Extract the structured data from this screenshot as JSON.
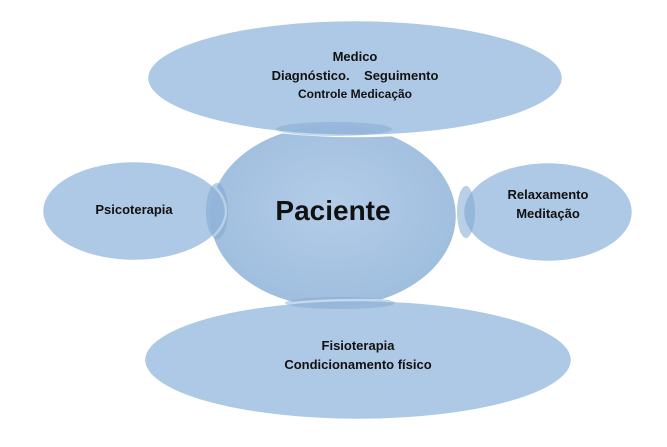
{
  "diagram": {
    "colors": {
      "fill": "#a8c5e3",
      "fill_center": "#a4c1e0",
      "stroke": "#ffffff",
      "text": "#111111"
    },
    "center": {
      "label": "Paciente"
    },
    "top": {
      "line1": "Medico",
      "line2_a": "Diagnóstico.",
      "line2_b": "Seguimento",
      "line3": "Controle Medicação"
    },
    "left": {
      "line1": "Psicoterapia"
    },
    "right": {
      "line1": "Relaxamento",
      "line2": "Meditação"
    },
    "bottom": {
      "line1": "Fisioterapia",
      "line2": "Condicionamento físico"
    }
  }
}
